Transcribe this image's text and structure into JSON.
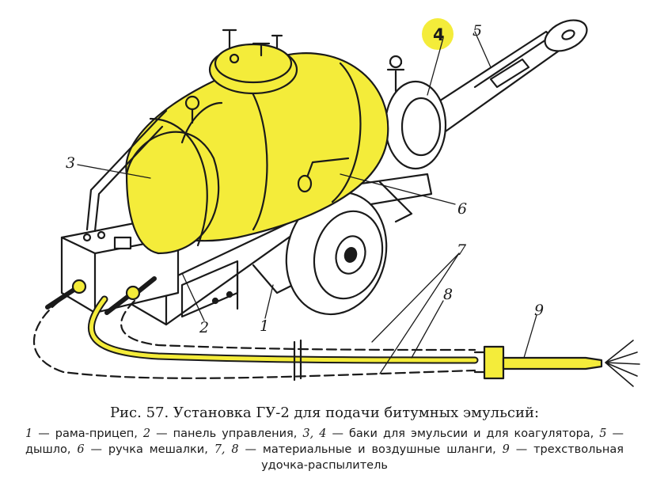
{
  "colors": {
    "yellow": "#f4ec3a",
    "yellow_dark": "#e3d21c",
    "outline": "#1a1a1a",
    "paper": "#ffffff"
  },
  "labels": {
    "l1": "1",
    "l2": "2",
    "l3": "3",
    "l4": "4",
    "l5": "5",
    "l6": "6",
    "l7": "7",
    "l8": "8",
    "l9": "9"
  },
  "caption": {
    "title": "Рис. 57. Установка ГУ-2 для подачи битумных эмульсий:",
    "legend": [
      {
        "num": "1",
        "text": " — рама-прицеп, "
      },
      {
        "num": "2",
        "text": " — панель управления, "
      },
      {
        "num": "3, 4",
        "text": " — баки для эмульсии и для коагулятора, "
      },
      {
        "num": "5",
        "text": " — дышло, "
      },
      {
        "num": "6",
        "text": " — ручка мешалки, "
      },
      {
        "num": "7, 8",
        "text": " — материальные и воздушные шланги, "
      },
      {
        "num": "9",
        "text": " — трехствольная удочка-распылитель"
      }
    ]
  }
}
